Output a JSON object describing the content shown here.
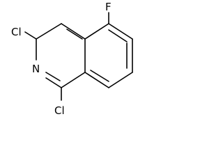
{
  "molecule": {
    "atoms": {
      "fluorine": "F",
      "chlorine_top": "Cl",
      "nitrogen": "N",
      "chlorine_bottom": "Cl"
    }
  },
  "colors": {
    "bond": "#000000",
    "text": "#000000",
    "background": "#ffffff"
  }
}
